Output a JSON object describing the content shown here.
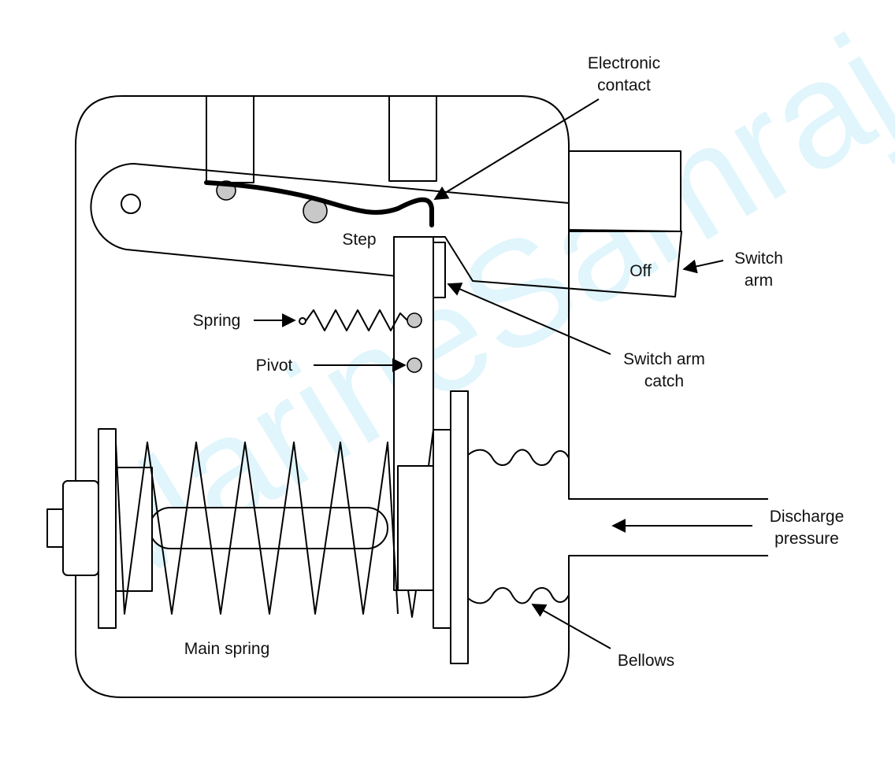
{
  "watermark": "MarineSamraj",
  "labels": {
    "electronic_contact_1": "Electronic",
    "electronic_contact_2": "contact",
    "step": "Step",
    "off": "Off",
    "switch_arm_1": "Switch",
    "switch_arm_2": "arm",
    "spring": "Spring",
    "pivot": "Pivot",
    "switch_arm_catch_1": "Switch arm",
    "switch_arm_catch_2": "catch",
    "discharge_pressure_1": "Discharge",
    "discharge_pressure_2": "pressure",
    "bellows": "Bellows",
    "main_spring": "Main spring"
  }
}
